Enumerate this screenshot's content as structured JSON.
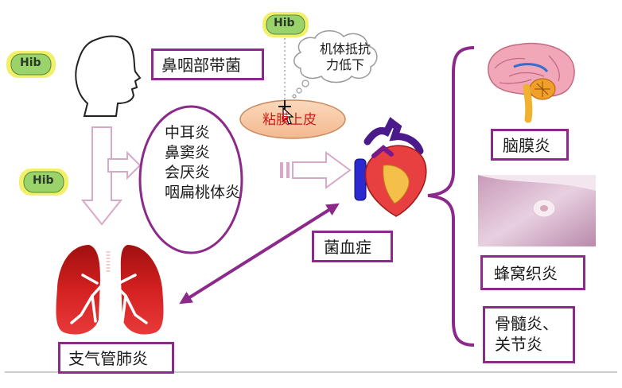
{
  "bacteria_label": "Hib",
  "nasopharynx": "鼻咽部带菌",
  "cloud": {
    "line1": "机体抵抗",
    "line2": "力低下"
  },
  "mucosa": "粘膜上皮",
  "local_infections": [
    "中耳炎",
    "鼻窦炎",
    "会厌炎",
    "咽扁桃体炎"
  ],
  "bacteremia": "菌血症",
  "pneumonia": "支气管肺炎",
  "meningitis": "脑膜炎",
  "cellulitis": "蜂窝织炎",
  "osteo": {
    "line1": "骨髓炎、",
    "line2": "关节炎"
  },
  "colors": {
    "accent": "#8b2a8b",
    "hib_fill": "#9bd36b",
    "hib_glow": "#f2f06a",
    "mucosa": "#f7c8a4",
    "lung": "#c81e1e"
  }
}
